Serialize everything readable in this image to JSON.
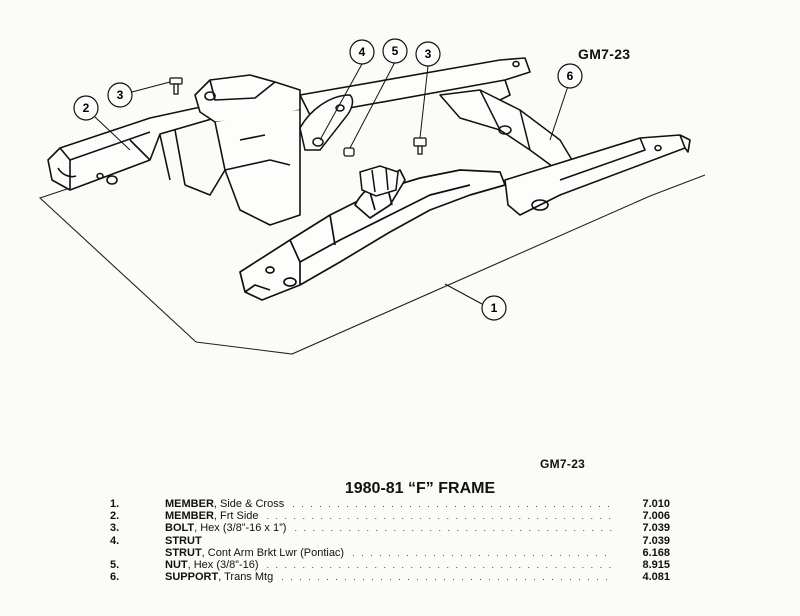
{
  "figure_code_top": "GM7-23",
  "figure_code_bottom": "GM7-23",
  "title": "1980-81 “F” FRAME",
  "callouts": [
    "1",
    "2",
    "3",
    "3",
    "4",
    "5",
    "6"
  ],
  "parts": [
    {
      "num": "1.",
      "name": "MEMBER",
      "desc": ", Side & Cross",
      "code": "7.010",
      "dots": true
    },
    {
      "num": "2.",
      "name": "MEMBER",
      "desc": ", Frt Side",
      "code": "7.006",
      "dots": true
    },
    {
      "num": "3.",
      "name": "BOLT",
      "desc": ", Hex (3/8”-16 x 1”)",
      "code": "7.039",
      "dots": true
    },
    {
      "num": "4.",
      "name": "STRUT",
      "desc": "",
      "code": "7.039",
      "dots": false
    },
    {
      "num": "",
      "name": "STRUT",
      "desc": ", Cont Arm Brkt Lwr (Pontiac)",
      "code": "6.168",
      "dots": true
    },
    {
      "num": "5.",
      "name": "NUT",
      "desc": ", Hex (3/8”-16)",
      "code": "8.915",
      "dots": true
    },
    {
      "num": "6.",
      "name": "SUPPORT",
      "desc": ", Trans Mtg",
      "code": "4.081",
      "dots": true
    }
  ]
}
